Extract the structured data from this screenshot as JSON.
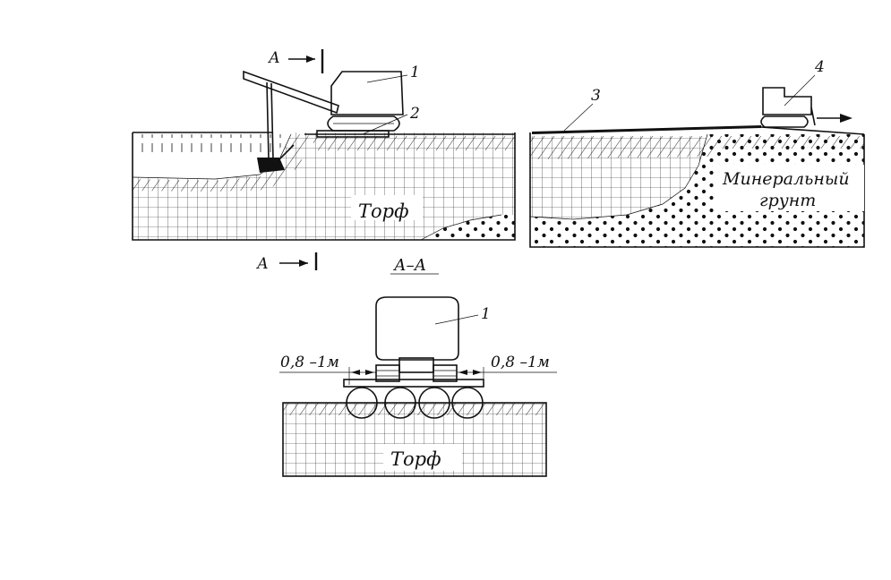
{
  "labels": {
    "peat_left": "Торф",
    "peat_bottom": "Торф",
    "mineral_line1": "Минеральный",
    "mineral_line2": "грунт",
    "section_title": "А–А",
    "section_mark_top": "А",
    "section_mark_bottom": "А",
    "dim_left": "0,8 –1м",
    "dim_right": "0,8 –1м",
    "callout_1_top": "1",
    "callout_2": "2",
    "callout_3": "3",
    "callout_4": "4",
    "callout_1_section": "1"
  },
  "colors": {
    "ink": "#111111",
    "paper": "#ffffff"
  }
}
